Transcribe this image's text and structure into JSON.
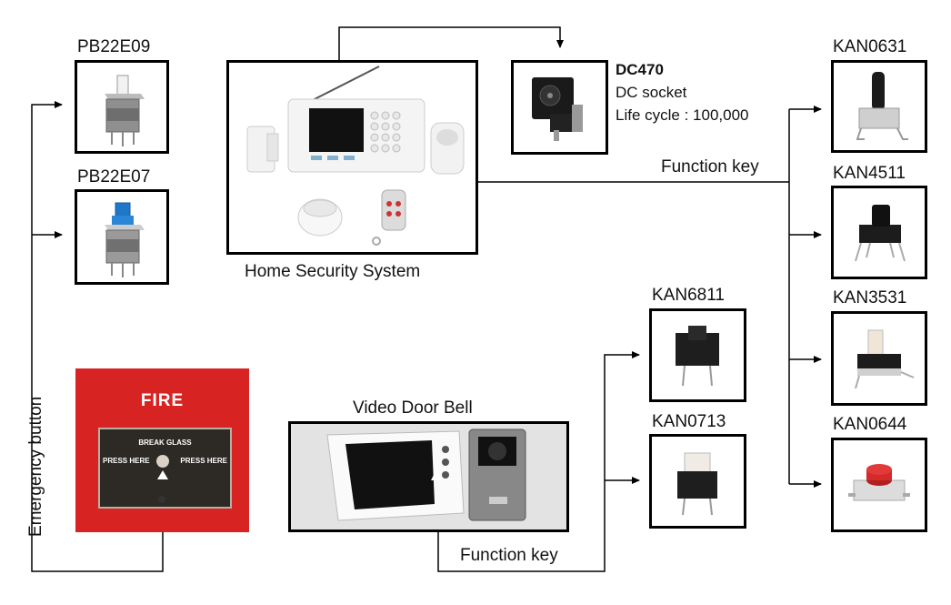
{
  "parts": {
    "pb22e09": "PB22E09",
    "pb22e07": "PB22E07",
    "kan0631": "KAN0631",
    "kan4511": "KAN4511",
    "kan3531": "KAN3531",
    "kan0644": "KAN0644",
    "kan6811": "KAN6811",
    "kan0713": "KAN0713"
  },
  "dc": {
    "model": "DC470",
    "desc": "DC socket",
    "life": "Life cycle : 100,000"
  },
  "systems": {
    "home_security": "Home Security System",
    "video_door_bell": "Video Door Bell"
  },
  "labels": {
    "function_key_top": "Function key",
    "function_key_bottom": "Function key",
    "emergency_button": "Emergency button"
  },
  "fire": {
    "title": "FIRE",
    "break_glass": "BREAK GLASS",
    "press_here_left": "PRESS HERE",
    "press_here_right": "PRESS HERE"
  },
  "colors": {
    "fire_red": "#d82323",
    "switch_blue": "#1f77c8",
    "cap_red": "#d42a2a"
  }
}
